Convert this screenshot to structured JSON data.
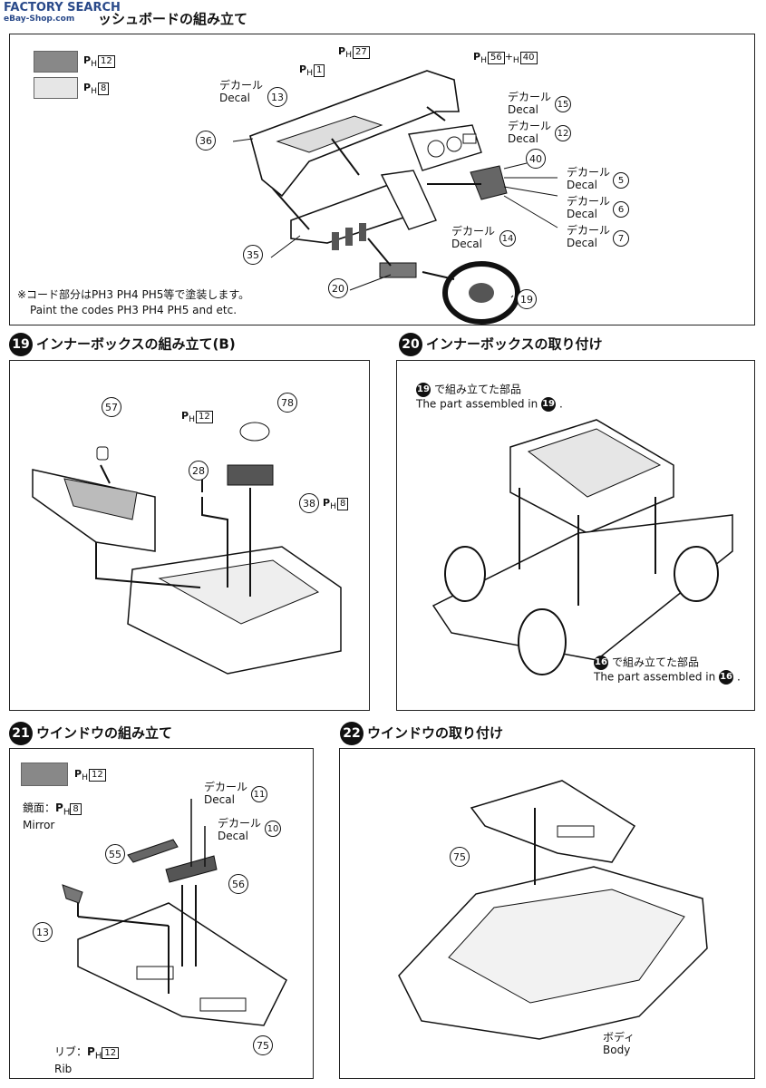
{
  "watermark": {
    "line1": "FACTORY SEARCH",
    "line2": "eBay-Shop.com"
  },
  "step18": {
    "title": "ッシュボードの組み立て",
    "swatch_dark": {
      "code": "12",
      "color": "#888888"
    },
    "swatch_light": {
      "code": "8",
      "color": "#e6e6e6"
    },
    "ph_1": "1",
    "ph_27": "27",
    "ph_56": "56",
    "ph_40": "40",
    "decal_jp": "デカール",
    "decal_en": "Decal",
    "parts": {
      "p36": "36",
      "p35": "35",
      "p20": "20",
      "p19": "19",
      "p40": "40",
      "p13": "13",
      "p15": "15",
      "p12": "12",
      "p14": "14",
      "p5": "5",
      "p6": "6",
      "p7": "7"
    },
    "note_jp": "※コード部分はPH3 PH4 PH5等で塗装します。",
    "note_en": "Paint the codes  PH3  PH4  PH5 and etc."
  },
  "step19": {
    "num": "19",
    "title": "インナーボックスの組み立て(B)",
    "parts": {
      "p57": "57",
      "p78": "78",
      "p28": "28",
      "p38": "38"
    },
    "ph_12": "12",
    "ph_8": "8"
  },
  "step20": {
    "num": "20",
    "title": "インナーボックスの取り付け",
    "note1_jp": "で組み立てた部品",
    "note1_en": "The part assembled in",
    "ref1": "19",
    "note2_jp": "で組み立てた部品",
    "note2_en": "The part assembled in",
    "ref2": "16"
  },
  "step21": {
    "num": "21",
    "title": "ウインドウの組み立て",
    "ph_12": "12",
    "mirror_jp": "鏡面：",
    "mirror_en": "Mirror",
    "ph_8": "8",
    "rib_jp": "リブ：",
    "rib_en": "Rib",
    "decal_jp": "デカール",
    "decal_en": "Decal",
    "parts": {
      "p55": "55",
      "p56": "56",
      "p13": "13",
      "p75": "75",
      "p11": "11",
      "p10": "10"
    }
  },
  "step22": {
    "num": "22",
    "title": "ウインドウの取り付け",
    "p75": "75",
    "body_jp": "ボディ",
    "body_en": "Body"
  }
}
